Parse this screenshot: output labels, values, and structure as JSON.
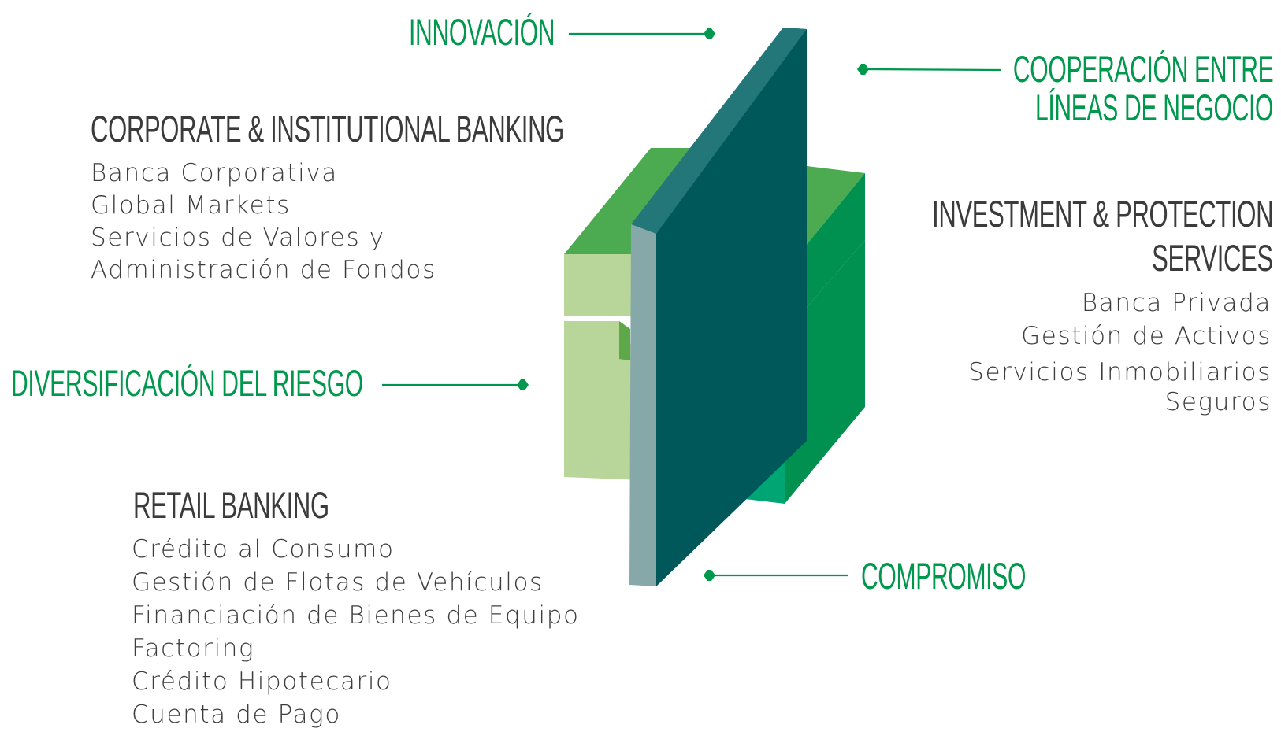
{
  "labels": {
    "innovacion": "INNOVACIÓN",
    "cooperacion_line1": "COOPERACIÓN ENTRE",
    "cooperacion_line2": "LÍNEAS DE NEGOCIO",
    "diversificacion": "DIVERSIFICACIÓN DEL RIESGO",
    "compromiso": "COMPROMISO"
  },
  "corporate": {
    "heading": "CORPORATE & INSTITUTIONAL BANKING",
    "items": [
      "Banca Corporativa",
      "Global Markets",
      "Servicios de Valores y",
      "Administración de Fondos"
    ]
  },
  "investment": {
    "heading_line1": "INVESTMENT & PROTECTION",
    "heading_line2": "SERVICES",
    "items": [
      "Banca Privada",
      "Gestión de Activos",
      "Servicios Inmobiliarios",
      "Seguros"
    ]
  },
  "retail": {
    "heading": "RETAIL BANKING",
    "items": [
      "Crédito al Consumo",
      "Gestión de Flotas de Vehículos",
      "Financiación de Bienes de Equipo",
      "Factoring",
      "Crédito Hipotecario",
      "Cuenta de Pago"
    ]
  },
  "colors": {
    "accent_green": "#00984c",
    "heading_gray": "#3b3b3b",
    "cube_top": "#4caa51",
    "cube_light_front": "#b9d69a",
    "cube_dark_side": "#00904f",
    "cube_emerald": "#00a574",
    "panel_teal": "#237779",
    "panel_dark": "#00585a",
    "panel_edge": "#86a8a8"
  }
}
